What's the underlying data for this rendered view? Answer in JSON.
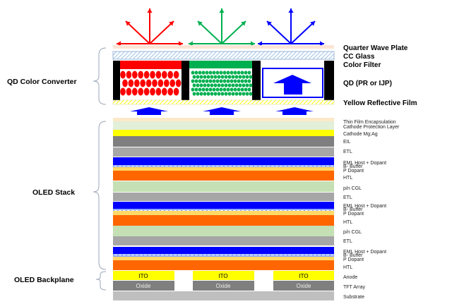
{
  "qd_labels": {
    "quarter_wave_plate": "Quarter Wave Plate",
    "cc_glass": "CC Glass",
    "color_filter": "Color Filter",
    "qd": "QD (PR or IJP)",
    "yellow_reflective_film": "Yellow Reflective Film"
  },
  "sections": {
    "qd_color_converter": "QD Color Converter",
    "oled_stack": "OLED Stack",
    "oled_backplane": "OLED Backplane"
  },
  "layer_labels": {
    "tfe": "Thin Film Encapsulation",
    "cpl": "Cathode Protection Layer",
    "cathode": "Cathode Mg:Ag",
    "eil": "EIL",
    "etl1": "ETL",
    "eml1": "EML Host + Dopant",
    "buf1": "B- Buffer",
    "pd1": "P Dopant",
    "htl1": "HTL",
    "cgl1": "p/n CGL",
    "etl2": "ETL",
    "eml2": "EML Host + Dopant",
    "buf2": "B- Buffer",
    "pd2": "P Dopant",
    "htl2": "HTL",
    "cgl2": "p/n CGL",
    "etl3": "ETL",
    "eml3": "EML Host + Dopant",
    "buf3": "B- Buffer",
    "pd3": "P Dopant",
    "htl3": "HTL",
    "anode": "Anode",
    "tft": "TFT Array",
    "substrate": "Substrate"
  },
  "backplane": {
    "ito": "ITO",
    "oxide": "Oxide"
  },
  "colors": {
    "red": "#ff0000",
    "green": "#00b050",
    "blue": "#0000ff",
    "orange": "#ff6600",
    "yellow": "#ffff00"
  }
}
